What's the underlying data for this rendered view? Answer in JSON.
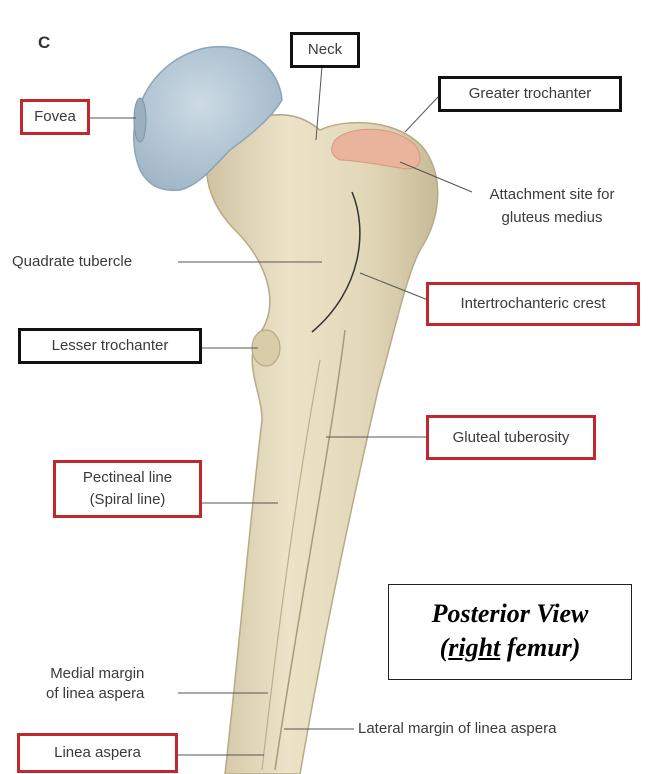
{
  "panel_letter": "C",
  "labels": {
    "neck": "Neck",
    "fovea": "Fovea",
    "greater_trochanter": "Greater trochanter",
    "attachment_line1": "Attachment site for",
    "attachment_line2": "gluteus medius",
    "quadrate_tubercle": "Quadrate tubercle",
    "intertrochanteric_crest": "Intertrochanteric crest",
    "lesser_trochanter": "Lesser trochanter",
    "gluteal_tuberosity": "Gluteal tuberosity",
    "pectineal_line1": "Pectineal line",
    "pectineal_line2": "(Spiral line)",
    "medial_margin_line1": "Medial margin",
    "medial_margin_line2": "of linea aspera",
    "lateral_margin": "Lateral margin of linea aspera",
    "linea_aspera": "Linea aspera"
  },
  "view_box": {
    "line1": "Posterior View",
    "open_paren": "(",
    "right": "right",
    "rest": " femur)"
  },
  "colors": {
    "highlight_box": "#c0282f",
    "structure_box": "#111111",
    "bone": "#e6dcc0",
    "femoral_head": "#b9ccd9",
    "gluteus_medius_site": "#eab49c"
  }
}
